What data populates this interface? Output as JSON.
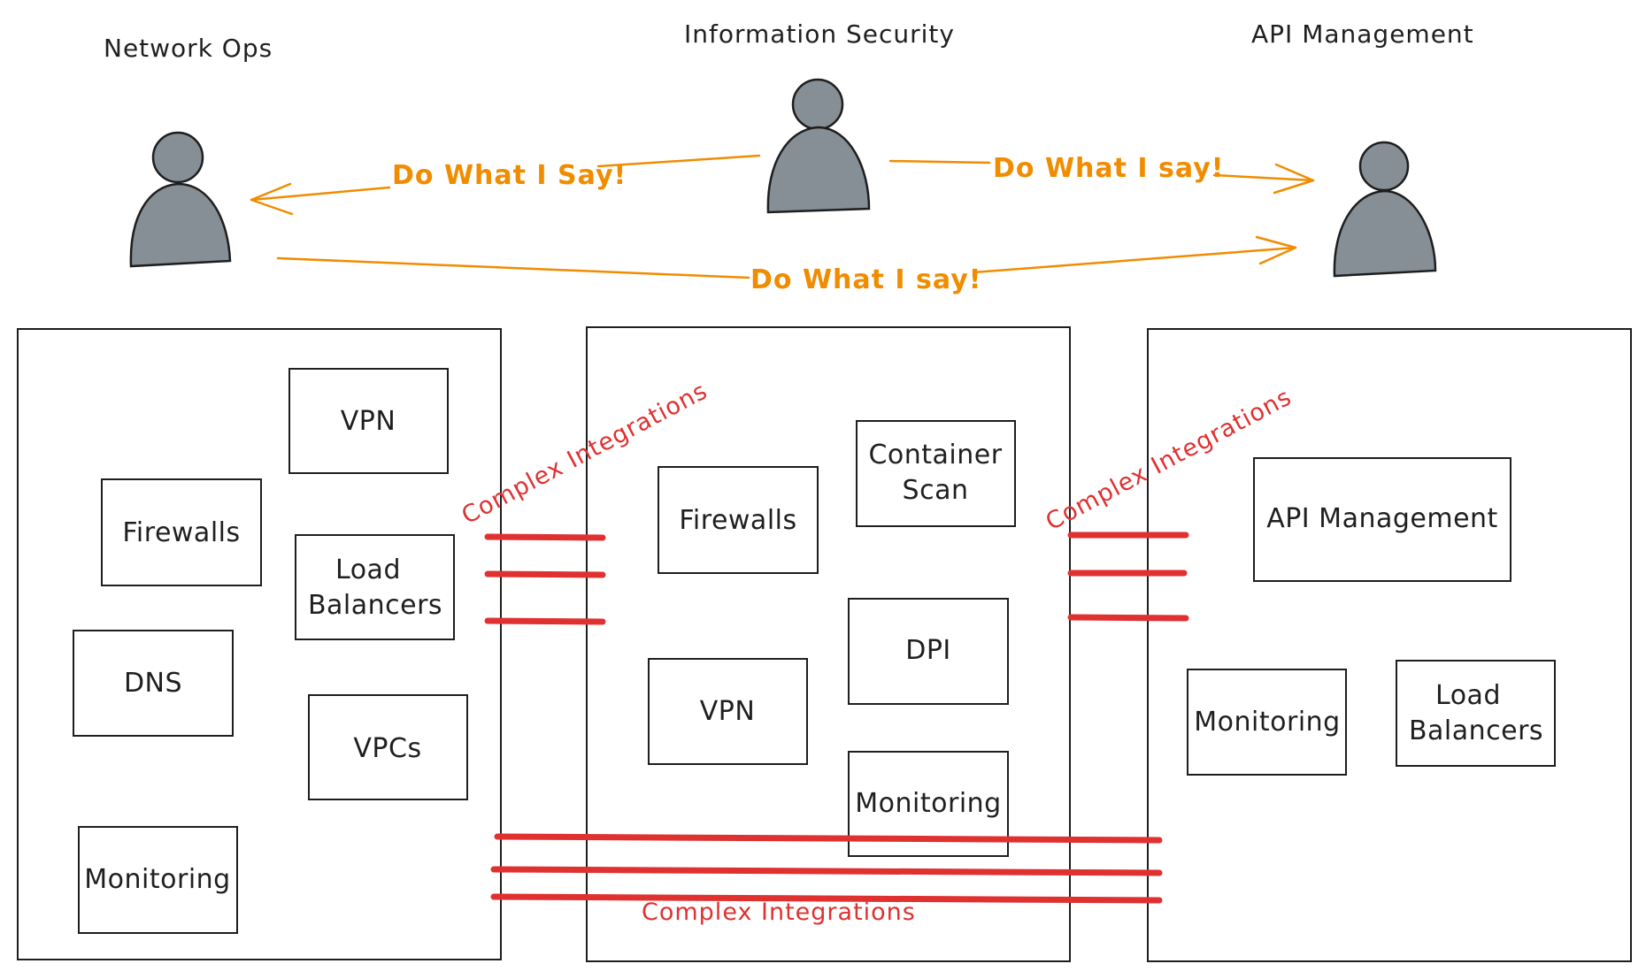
{
  "roles": {
    "network_ops": "Network Ops",
    "info_security": "Information Security",
    "api_management": "API Management"
  },
  "arrows": {
    "secops_to_netops": "Do What I Say!",
    "secops_to_api": "Do What I say!",
    "netops_to_api": "Do What I say!"
  },
  "panels": {
    "network_ops": {
      "vpn": "VPN",
      "firewalls": "Firewalls",
      "load_balancers_1": "Load",
      "load_balancers_2": "Balancers",
      "dns": "DNS",
      "vpcs": "VPCs",
      "monitoring": "Monitoring"
    },
    "info_security": {
      "container_scan_1": "Container",
      "container_scan_2": "Scan",
      "firewalls": "Firewalls",
      "dpi": "DPI",
      "vpn": "VPN",
      "monitoring": "Monitoring"
    },
    "api_management": {
      "api_management": "API Management",
      "monitoring": "Monitoring",
      "load_balancers_1": "Load",
      "load_balancers_2": "Balancers"
    }
  },
  "integrations": {
    "left": "Complex Integrations",
    "right": "Complex Integrations",
    "bottom": "Complex Integrations"
  },
  "colors": {
    "arrow": "#f08c00",
    "integration": "#e03131",
    "person": "#868e96"
  }
}
